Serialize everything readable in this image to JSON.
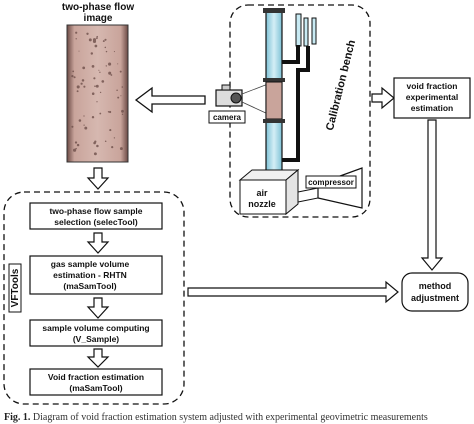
{
  "diagram": {
    "flow_image_label": [
      "two-phase flow",
      "image"
    ],
    "camera_label": "camera",
    "bench_label": "Calibration bench",
    "compressor_label": "compressor",
    "nozzle_label": [
      "air",
      "nozzle"
    ],
    "void_exp_label": [
      "void fraction",
      "experimental",
      "estimation"
    ],
    "method_label": [
      "method",
      "adjustment"
    ],
    "vftools_label": "VFTools",
    "steps": [
      [
        "two-phase flow sample",
        "selection (selecTool)"
      ],
      [
        "gas sample volume",
        "estimation - RHTN",
        "(maSamTool)"
      ],
      [
        "sample volume computing",
        "(V_Sample)"
      ],
      [
        "Void  fraction estimation",
        "(maSamTool)"
      ]
    ]
  },
  "caption": {
    "label": "Fig. 1.",
    "text": "Diagram of void fraction estimation system adjusted with experimental geovimetric measurements"
  },
  "colors": {
    "flow_image": "#c9a49b",
    "tube": "#a8d8e6",
    "pipe": "#111111"
  }
}
